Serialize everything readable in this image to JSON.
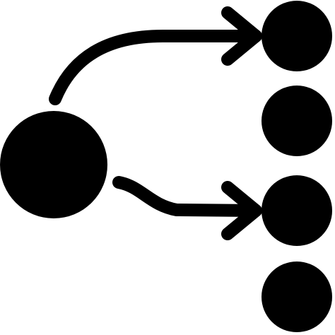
{
  "icon": {
    "name": "process-flow-branching-icon",
    "color": "#000000",
    "background": "#ffffff"
  },
  "nodes": [
    {
      "id": "source",
      "role": "source"
    },
    {
      "id": "target-1",
      "role": "target"
    },
    {
      "id": "target-2",
      "role": "target"
    },
    {
      "id": "target-3",
      "role": "target"
    },
    {
      "id": "target-4",
      "role": "target"
    }
  ],
  "edges": [
    {
      "from": "source",
      "to": "target-1"
    },
    {
      "from": "source",
      "to": "target-3"
    }
  ]
}
